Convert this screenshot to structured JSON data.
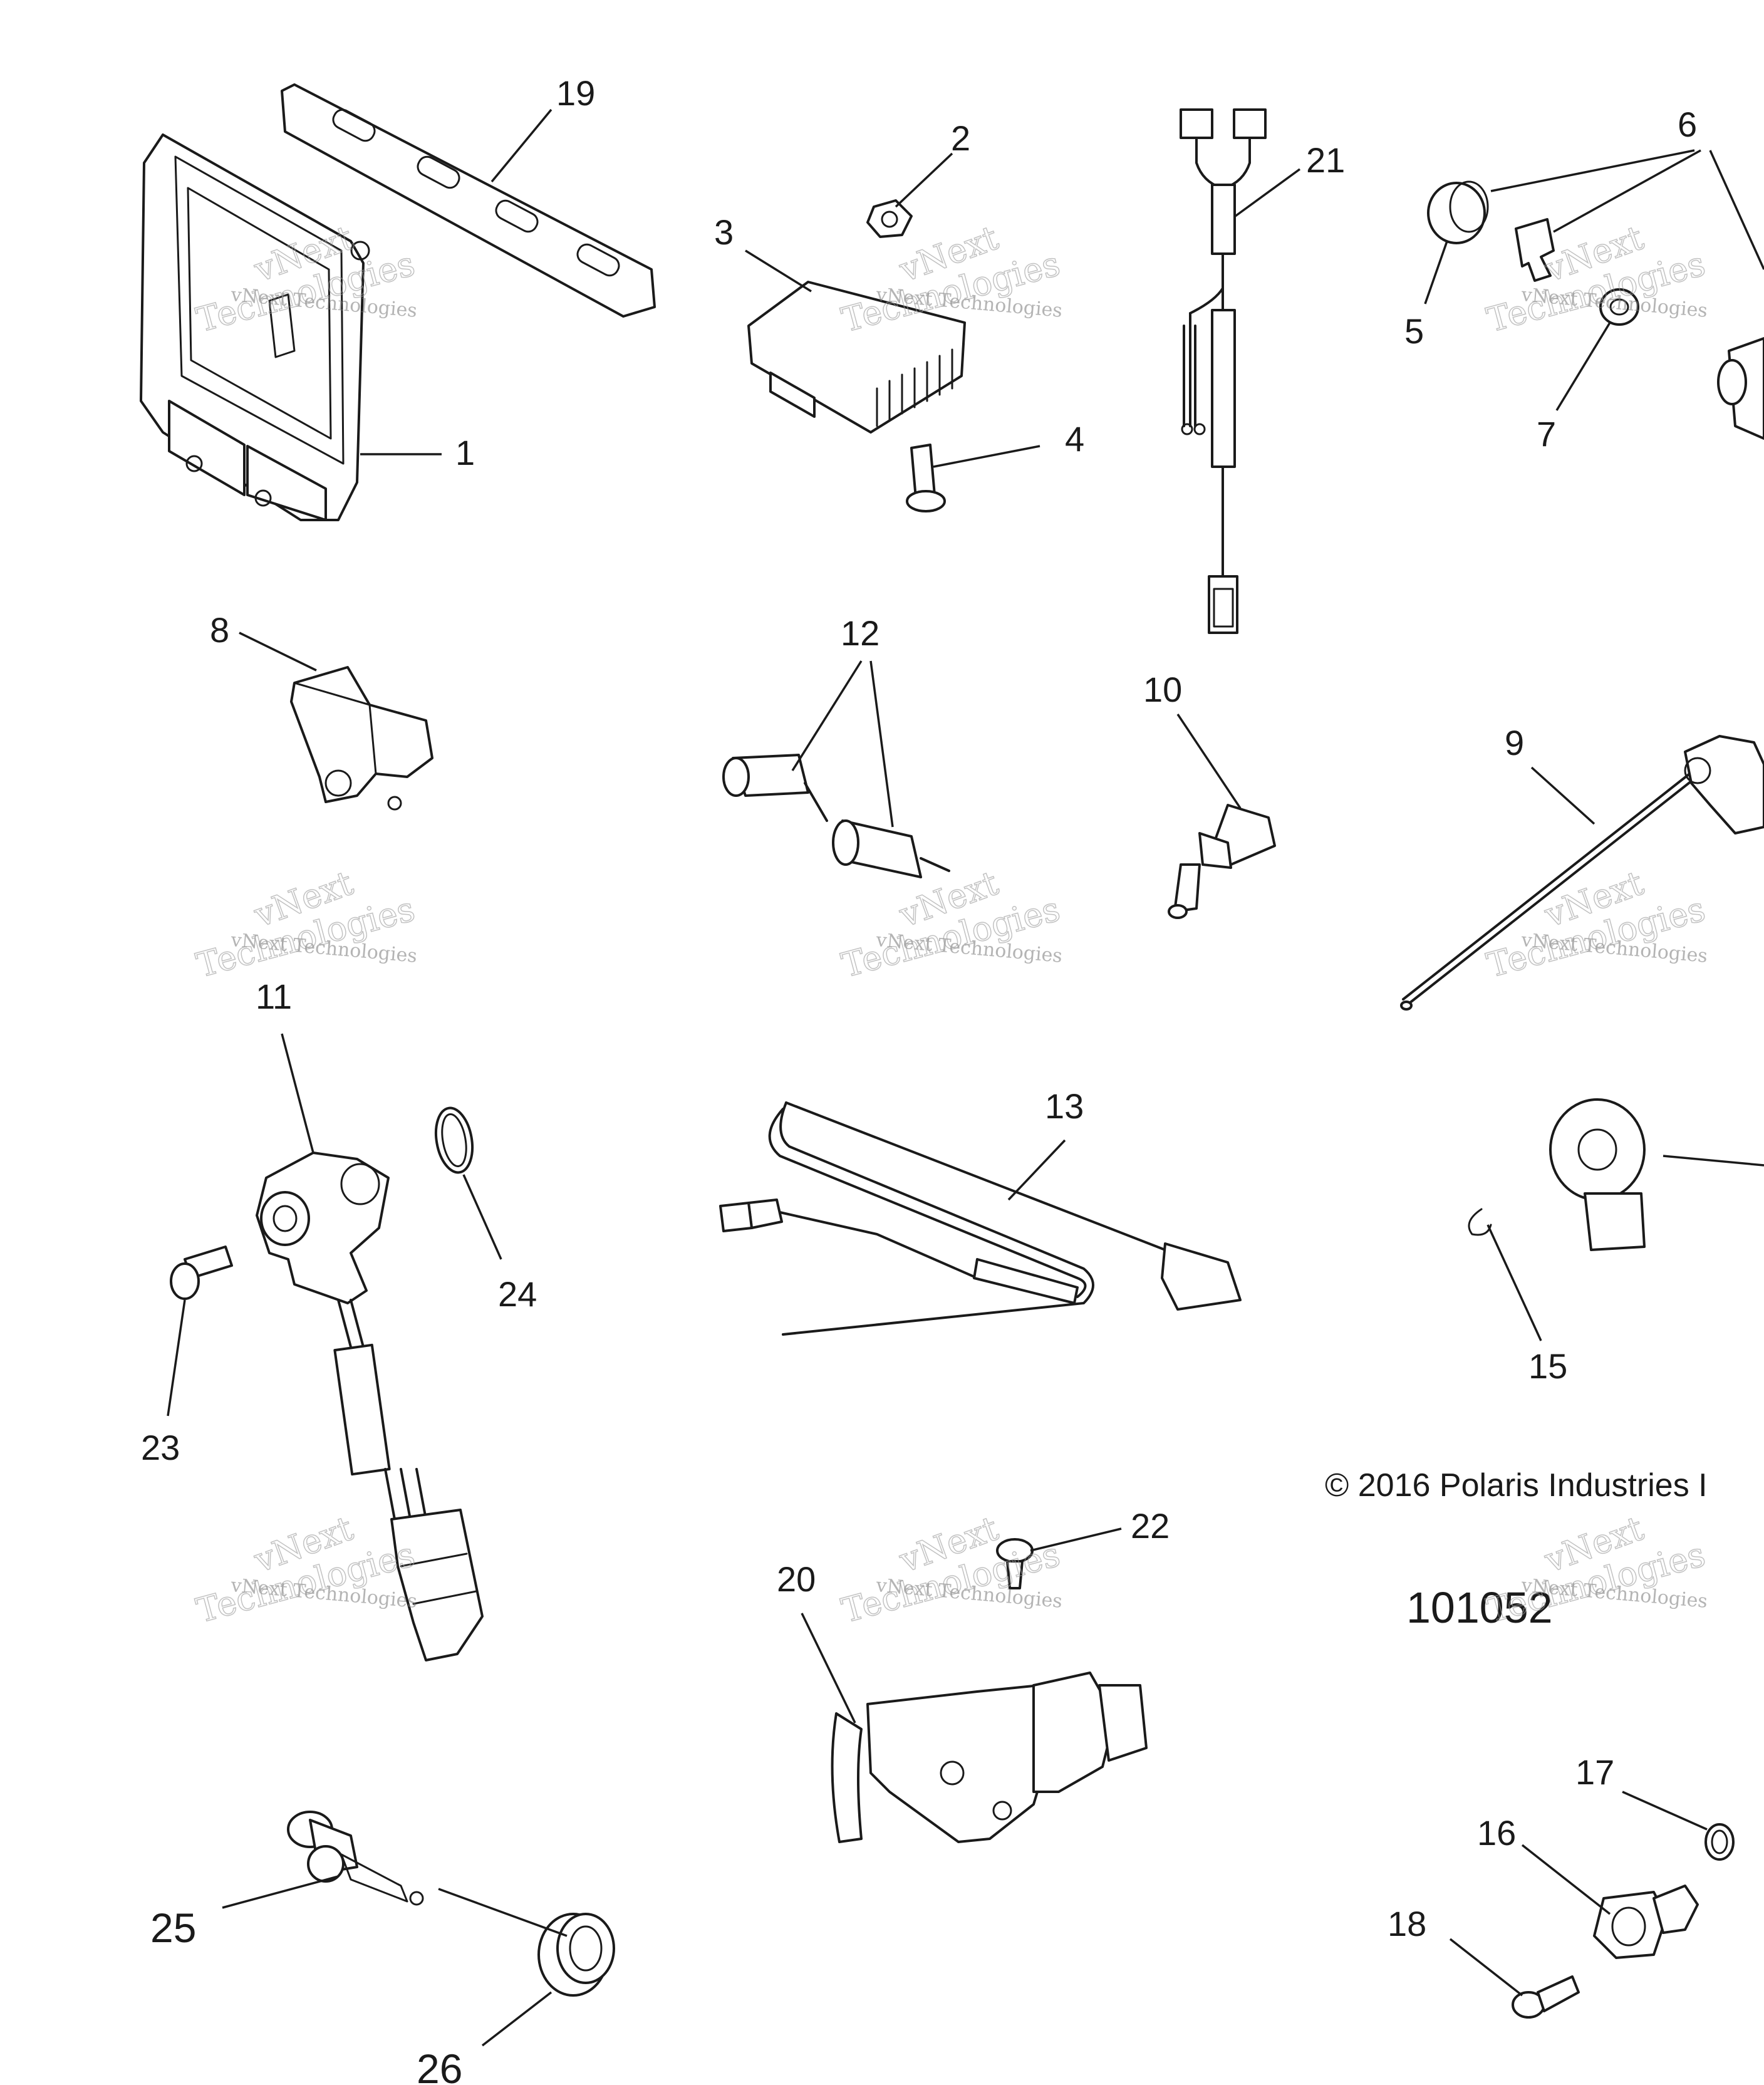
{
  "callouts": {
    "c1": "1",
    "c2": "2",
    "c3": "3",
    "c4": "4",
    "c5": "5",
    "c6": "6",
    "c7": "7",
    "c8": "8",
    "c9": "9",
    "c10": "10",
    "c11": "11",
    "c12": "12",
    "c13": "13",
    "c15": "15",
    "c16": "16",
    "c17": "17",
    "c18": "18",
    "c19": "19",
    "c20": "20",
    "c21": "21",
    "c22": "22",
    "c23": "23",
    "c24": "24",
    "c25": "25",
    "c26": "26"
  },
  "copyright": "© 2016 Polaris Industries I",
  "drawing_number": "101052",
  "watermark": {
    "brand": "vNext",
    "small": "vNext Technologies",
    "large": "Technologies"
  }
}
